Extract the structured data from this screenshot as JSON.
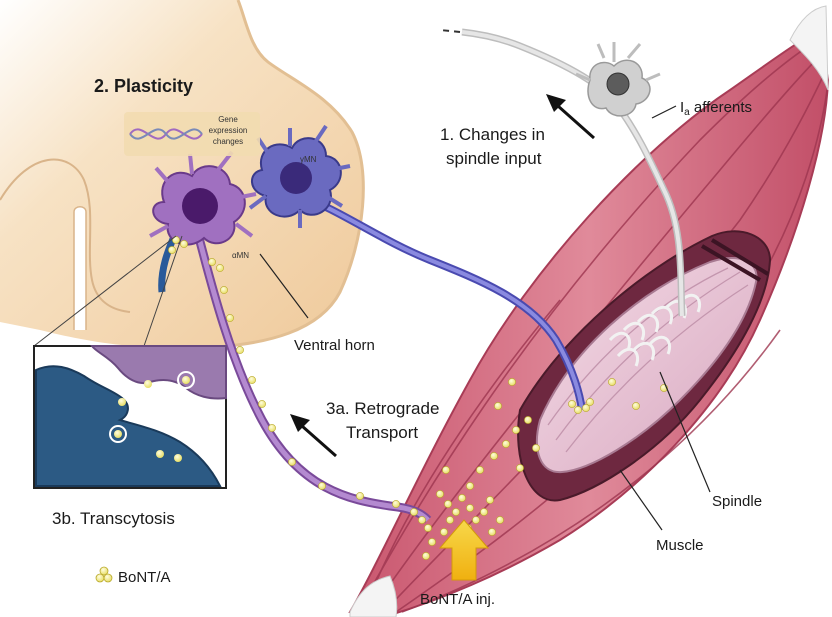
{
  "labels": {
    "plasticity": "2. Plasticity",
    "gene_expression": [
      "Gene",
      "expression",
      "changes"
    ],
    "gamma_mn": "γMN",
    "alpha_mn": "αMN",
    "ventral_horn": "Ventral horn",
    "changes_spindle": [
      "1. Changes in",
      "spindle input"
    ],
    "ia_afferents_prefix": "I",
    "ia_afferents_sub": "a",
    "ia_afferents_suffix": " afferents",
    "retrograde": [
      "3a. Retrograde",
      "Transport"
    ],
    "transcytosis": "3b. Transcytosis",
    "bont_legend": "BoNT/A",
    "bont_injection": "BoNT/A inj.",
    "spindle": "Spindle",
    "muscle": "Muscle"
  },
  "colors": {
    "spinal_cord": "#f2d2a6",
    "alpha_neuron": "#8c5aa8",
    "gamma_neuron": "#5a5aa8",
    "muscle": "#d97a8c",
    "muscle_dark": "#b84a64",
    "spindle": "#ecc6d8",
    "afferent": "#d6d6d6",
    "toxin": "#f2ec82",
    "injection_arrow": "#f2c21a",
    "inset_post": "#2c5a84",
    "inset_pre": "#8a6a9c"
  }
}
